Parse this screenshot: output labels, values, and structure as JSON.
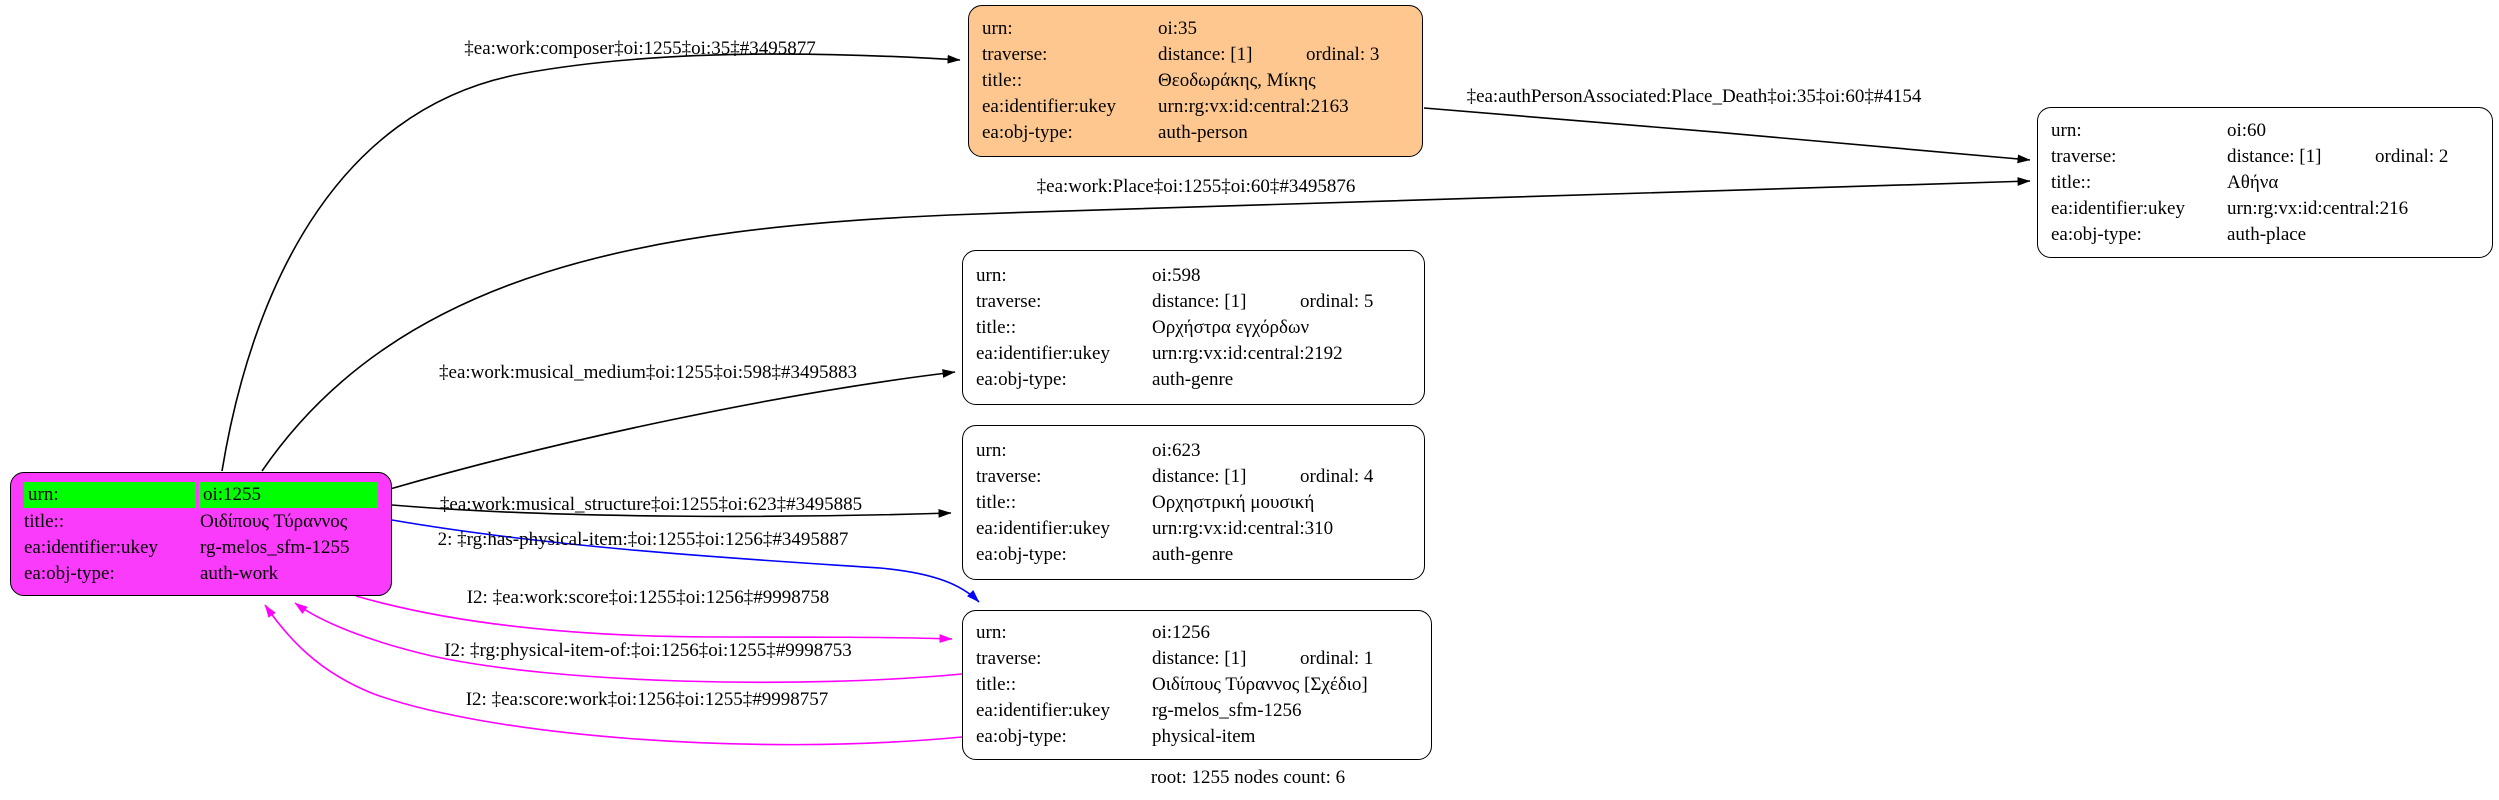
{
  "caption": "root: 1255 nodes count: 6",
  "colors": {
    "node_orange_fill": "#FDC78F",
    "node_magenta_fill": "#FB3BFB",
    "urn_highlight_green": "#00FF00",
    "edge_black": "#000000",
    "edge_blue": "#0000FF",
    "edge_magenta": "#FF00FF",
    "node_border": "#000000"
  },
  "nodes": {
    "n1255": {
      "urn_label": "urn:",
      "urn_value": "oi:1255",
      "title_label": "title::",
      "title_value": "Οιδίπους Τύραννος",
      "ukey_label": "ea:identifier:ukey",
      "ukey_value": "rg-melos_sfm-1255",
      "objtype_label": "ea:obj-type:",
      "objtype_value": "auth-work"
    },
    "n35": {
      "urn_label": "urn:",
      "urn_value": "oi:35",
      "traverse_label": "traverse:",
      "traverse_value": "distance: [1]",
      "traverse_ordinal": "ordinal: 3",
      "title_label": "title::",
      "title_value": "Θεοδωράκης, Μίκης",
      "ukey_label": "ea:identifier:ukey",
      "ukey_value": "urn:rg:vx:id:central:2163",
      "objtype_label": "ea:obj-type:",
      "objtype_value": "auth-person"
    },
    "n60": {
      "urn_label": "urn:",
      "urn_value": "oi:60",
      "traverse_label": "traverse:",
      "traverse_value": "distance: [1]",
      "traverse_ordinal": "ordinal: 2",
      "title_label": "title::",
      "title_value": "Αθήνα",
      "ukey_label": "ea:identifier:ukey",
      "ukey_value": "urn:rg:vx:id:central:216",
      "objtype_label": "ea:obj-type:",
      "objtype_value": "auth-place"
    },
    "n598": {
      "urn_label": "urn:",
      "urn_value": "oi:598",
      "traverse_label": "traverse:",
      "traverse_value": "distance: [1]",
      "traverse_ordinal": "ordinal: 5",
      "title_label": "title::",
      "title_value": "Ορχήστρα εγχόρδων",
      "ukey_label": "ea:identifier:ukey",
      "ukey_value": "urn:rg:vx:id:central:2192",
      "objtype_label": "ea:obj-type:",
      "objtype_value": "auth-genre"
    },
    "n623": {
      "urn_label": "urn:",
      "urn_value": "oi:623",
      "traverse_label": "traverse:",
      "traverse_value": "distance: [1]",
      "traverse_ordinal": "ordinal: 4",
      "title_label": "title::",
      "title_value": "Ορχηστρική μουσική",
      "ukey_label": "ea:identifier:ukey",
      "ukey_value": "urn:rg:vx:id:central:310",
      "objtype_label": "ea:obj-type:",
      "objtype_value": "auth-genre"
    },
    "n1256": {
      "urn_label": "urn:",
      "urn_value": "oi:1256",
      "traverse_label": "traverse:",
      "traverse_value": "distance: [1]",
      "traverse_ordinal": "ordinal: 1",
      "title_label": "title::",
      "title_value": "Οιδίπους Τύραννος [Σχέδιο]",
      "ukey_label": "ea:identifier:ukey",
      "ukey_value": "rg-melos_sfm-1256",
      "objtype_label": "ea:obj-type:",
      "objtype_value": "physical-item"
    }
  },
  "edges": {
    "composer": {
      "label": "‡ea:work:composer‡oi:1255‡oi:35‡#3495877",
      "color": "#000000"
    },
    "place_death": {
      "label": "‡ea:authPersonAssociated:Place_Death‡oi:35‡oi:60‡#4154",
      "color": "#000000"
    },
    "work_place": {
      "label": "‡ea:work:Place‡oi:1255‡oi:60‡#3495876",
      "color": "#000000"
    },
    "musical_medium": {
      "label": "‡ea:work:musical_medium‡oi:1255‡oi:598‡#3495883",
      "color": "#000000"
    },
    "musical_structure": {
      "label": "‡ea:work:musical_structure‡oi:1255‡oi:623‡#3495885",
      "color": "#000000"
    },
    "has_physical_item": {
      "label": "2: ‡rg:has-physical-item:‡oi:1255‡oi:1256‡#3495887",
      "color": "#0000FF"
    },
    "work_score": {
      "label": "I2: ‡ea:work:score‡oi:1255‡oi:1256‡#9998758",
      "color": "#FF00FF"
    },
    "physical_item_of": {
      "label": "I2: ‡rg:physical-item-of:‡oi:1256‡oi:1255‡#9998753",
      "color": "#FF00FF"
    },
    "score_work": {
      "label": "I2: ‡ea:score:work‡oi:1256‡oi:1255‡#9998757",
      "color": "#FF00FF"
    }
  }
}
